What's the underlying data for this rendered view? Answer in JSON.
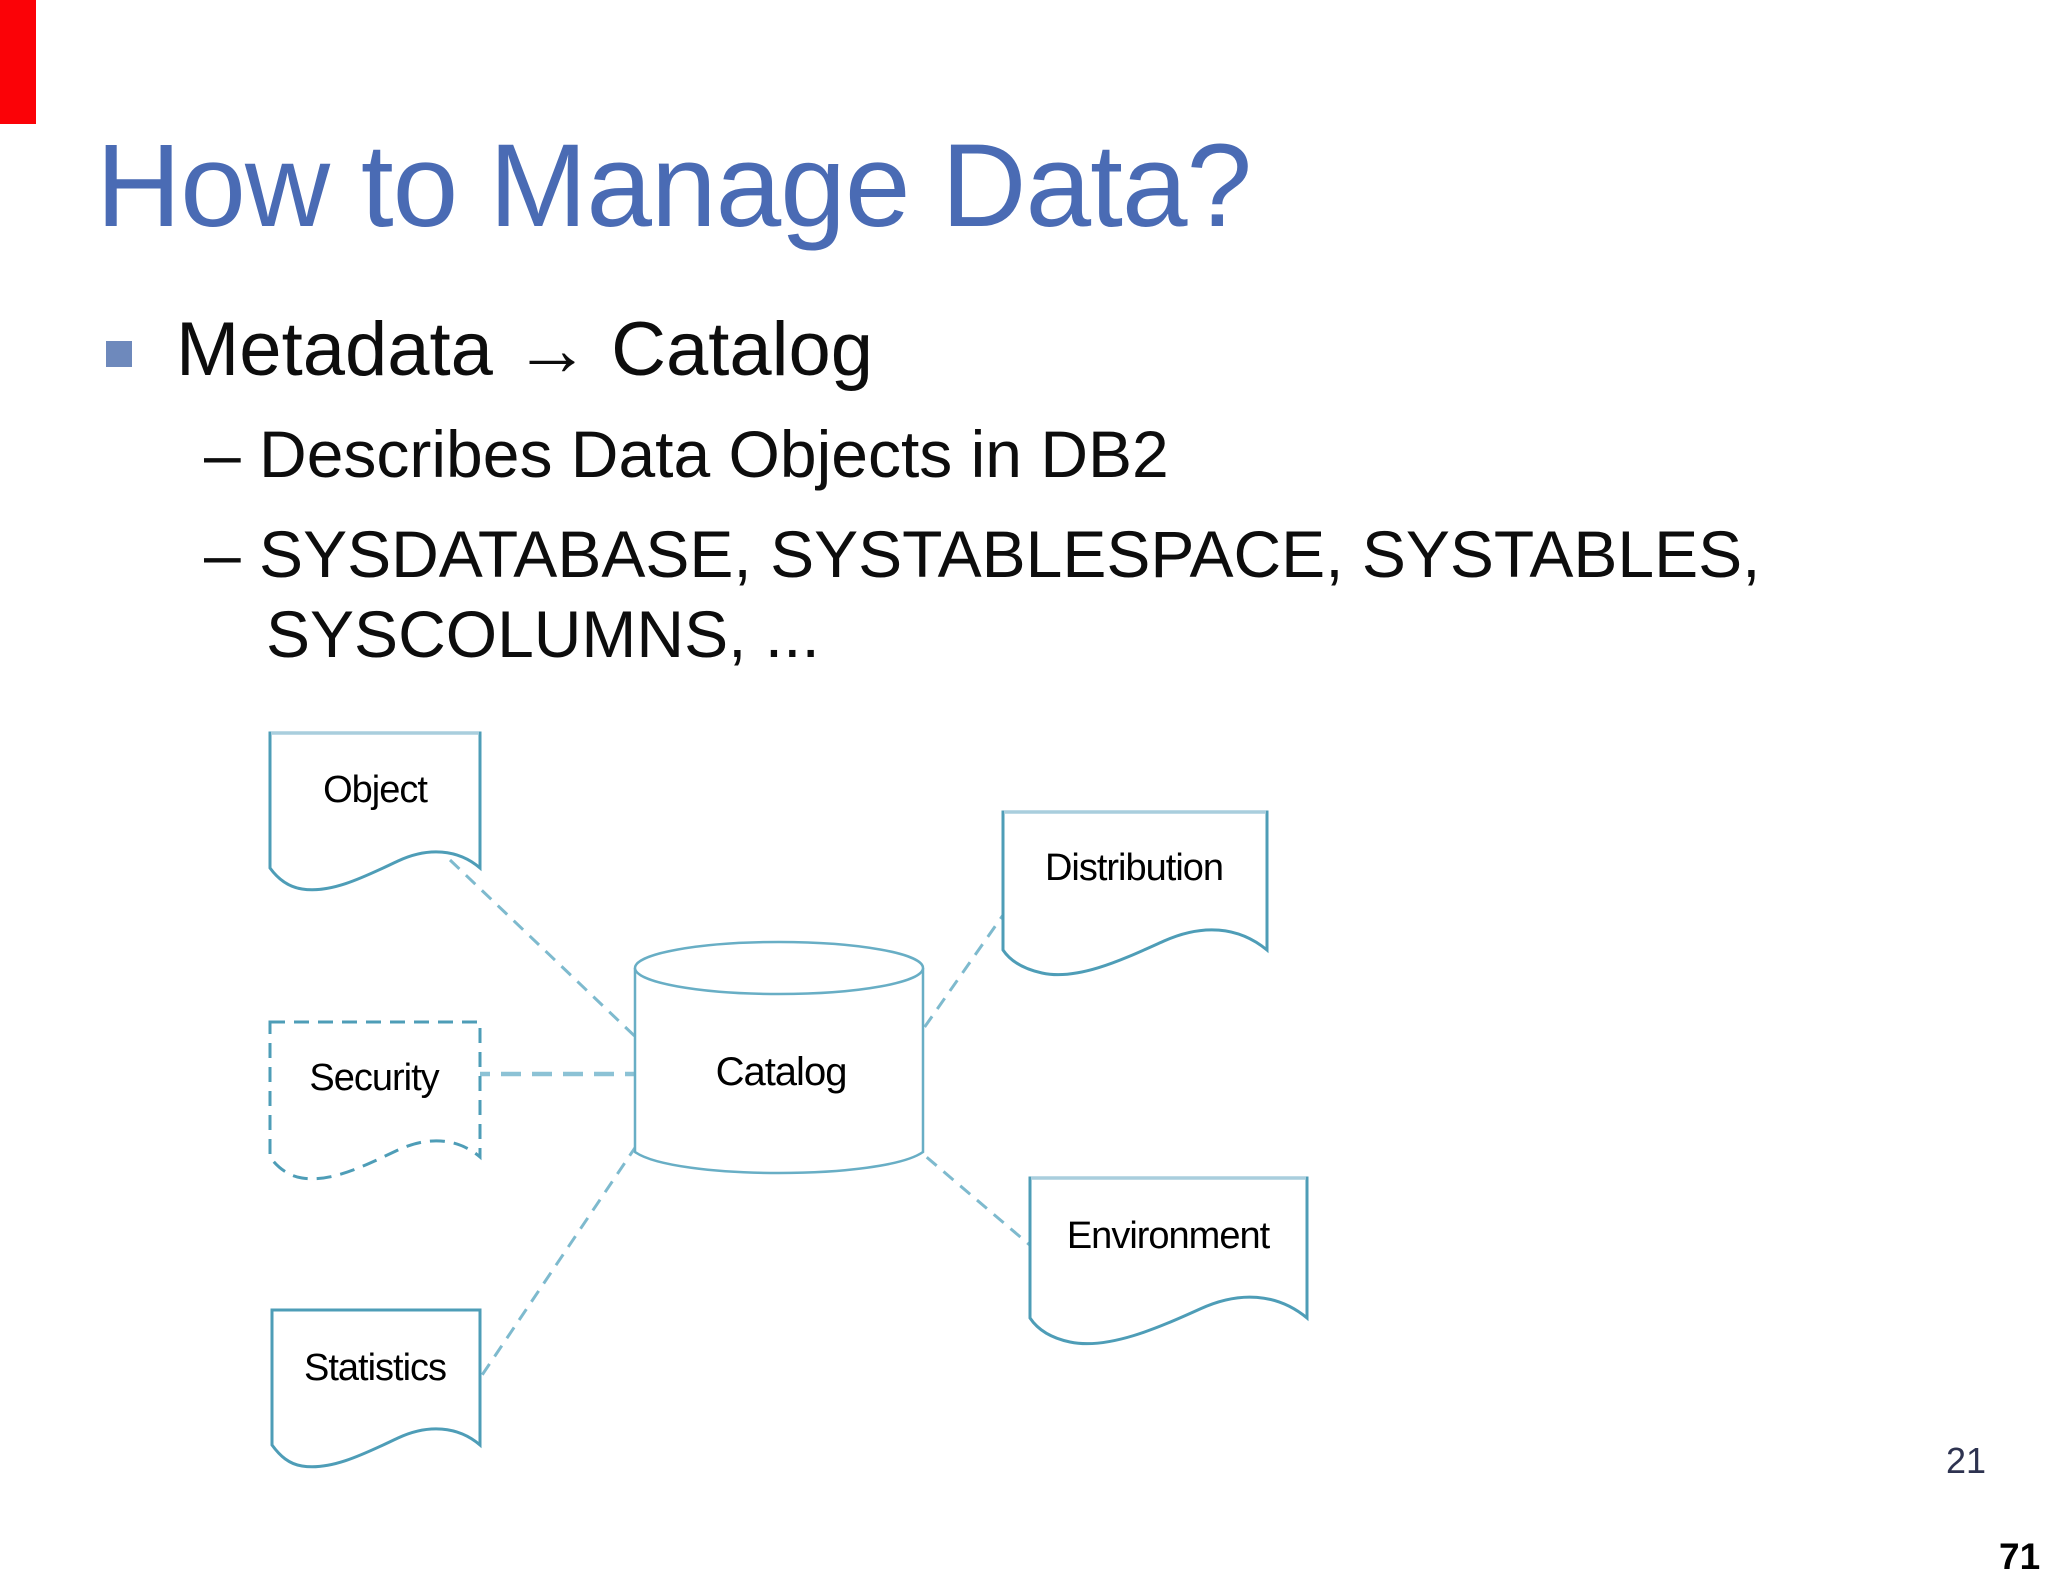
{
  "slide": {
    "title": "How to Manage Data?",
    "bullet_text": "Metadata → Catalog",
    "sub_bullets": {
      "line1": "– Describes Data Objects in DB2",
      "line2": "– SYSDATABASE, SYSTABLESPACE, SYSTABLES,",
      "line3": "SYSCOLUMNS, ..."
    }
  },
  "diagram": {
    "center_label": "Catalog",
    "nodes": [
      {
        "id": "object",
        "label": "Object",
        "border": "solid"
      },
      {
        "id": "security",
        "label": "Security",
        "border": "dashed"
      },
      {
        "id": "statistics",
        "label": "Statistics",
        "border": "solid"
      },
      {
        "id": "distribution",
        "label": "Distribution",
        "border": "solid"
      },
      {
        "id": "environment",
        "label": "Environment",
        "border": "solid"
      }
    ],
    "connections": [
      {
        "from": "object",
        "to": "catalog",
        "style": "dashed"
      },
      {
        "from": "security",
        "to": "catalog",
        "style": "dashed-bold"
      },
      {
        "from": "statistics",
        "to": "catalog",
        "style": "dashed"
      },
      {
        "from": "catalog",
        "to": "distribution",
        "style": "dashed"
      },
      {
        "from": "catalog",
        "to": "environment",
        "style": "dashed"
      }
    ]
  },
  "footer": {
    "slide_number": "21",
    "page_number": "71"
  },
  "colors": {
    "title-blue": "#4a6bb4",
    "bullet-blue": "#6e89bc",
    "text-black": "#0d0d0d",
    "shape-border": "#4e9db7",
    "shape-border-light": "#a9cedd",
    "shape-border-light2": "#68aec5",
    "connector": "#7ebace",
    "connector-bold": "#8cc2d5",
    "red-marker": "#fb0207",
    "slide-number-color": "#2e3350"
  }
}
